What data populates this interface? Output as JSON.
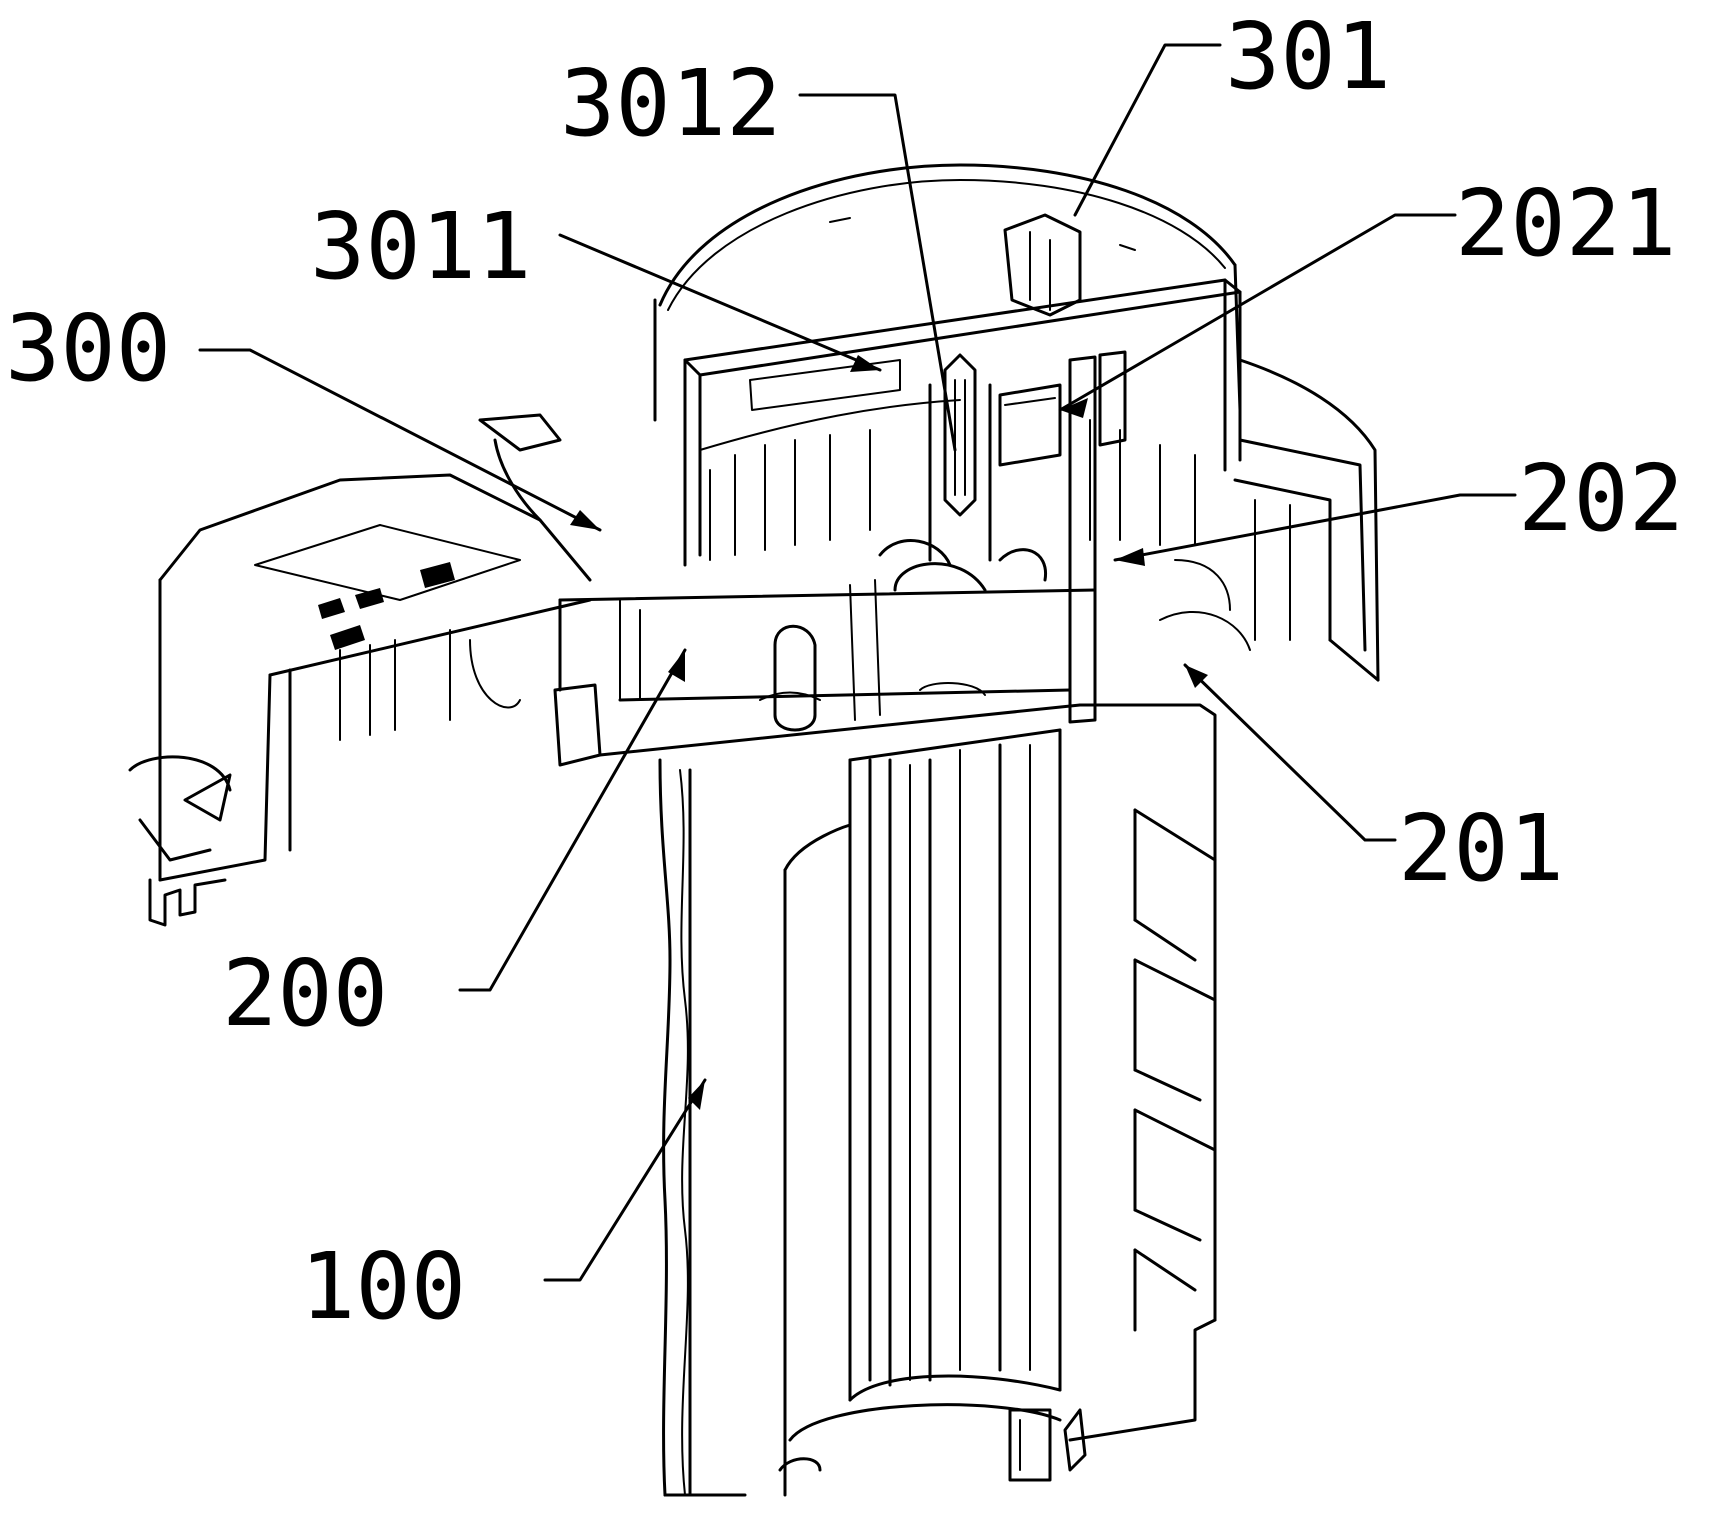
{
  "figure": {
    "labels": {
      "l301": "301",
      "l3012": "3012",
      "l3011": "3011",
      "l2021": "2021",
      "l300": "300",
      "l202": "202",
      "l201": "201",
      "l200": "200",
      "l100": "100"
    }
  }
}
